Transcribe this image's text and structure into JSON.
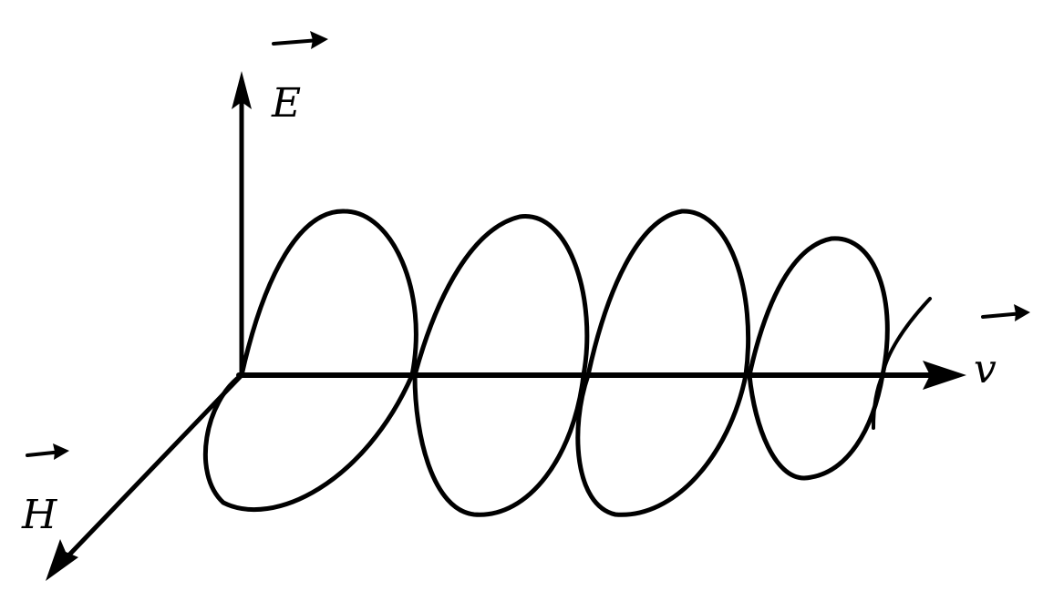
{
  "labels": {
    "e_field": "E",
    "h_field": "H",
    "velocity": "v"
  },
  "colors": {
    "ink": "#000000",
    "background": "#ffffff"
  }
}
